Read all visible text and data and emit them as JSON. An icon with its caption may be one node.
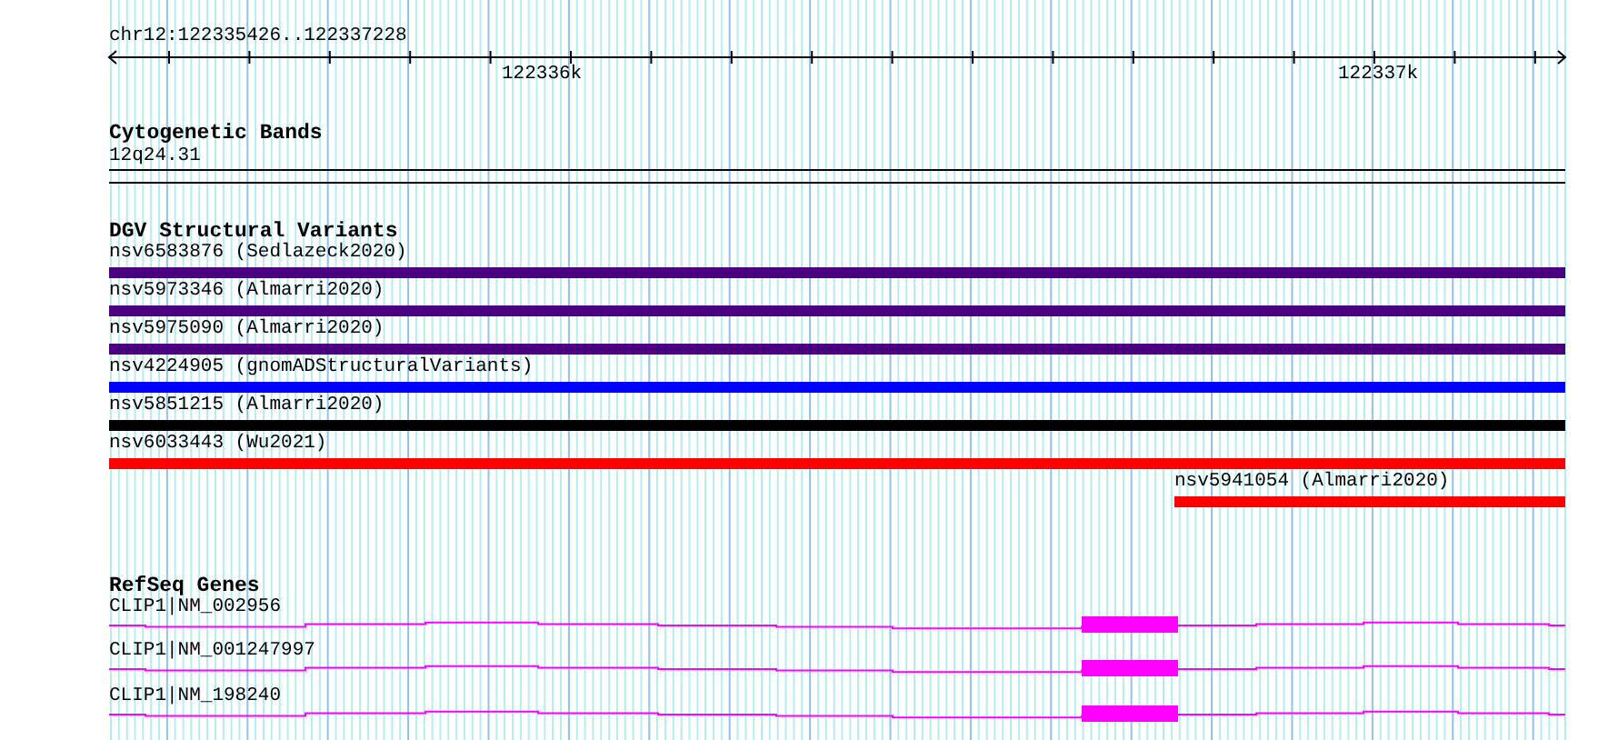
{
  "diagram": {
    "nodes": [
      {
        "text": [
          "nsv6583876 (Sedlazeck2020)"
        ]
      },
      {
        "text": [
          "nsv5973346 (Almarri2020)"
        ]
      },
      {
        "text": [
          "nsv5975090 (Almarri2020)"
        ]
      },
      {
        "text": [
          "nsv4224905 (gnomADStructuralVariants)"
        ]
      },
      {
        "text": [
          "nsv5851215 (Almarri2020)"
        ]
      },
      {
        "text": [
          "nsv6033443 (Wu2021)"
        ]
      },
      {
        "text": [
          "nsv5941054 (Almarri2020)"
        ]
      },
      {
        "text": [
          "CLIP1|NM_002956"
        ]
      },
      {
        "text": [
          "CLIP1|NM_001247997"
        ]
      },
      {
        "text": [
          "CLIP1|NM_198240"
        ]
      }
    ],
    "labels": [
      "chr12:122335426..122337228",
      "122336k",
      "122337k",
      "Cytogenetic Bands",
      "12q24.31",
      "DGV Structural Variants",
      "RefSeq Genes"
    ]
  }
}
